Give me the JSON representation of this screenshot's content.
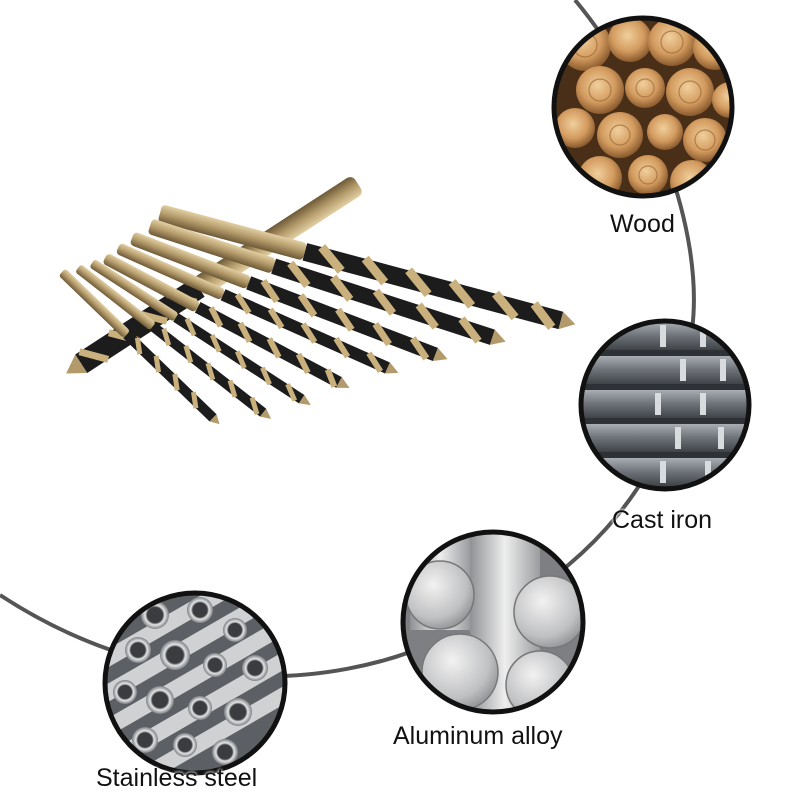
{
  "materials": [
    {
      "id": "wood",
      "label": "Wood"
    },
    {
      "id": "cast-iron",
      "label": "Cast iron"
    },
    {
      "id": "aluminum-alloy",
      "label": "Aluminum alloy"
    },
    {
      "id": "stainless-steel",
      "label": "Stainless steel"
    }
  ],
  "colors": {
    "arc": "#555555",
    "circle_border": "#111111",
    "drill_gold": "#b39a6a",
    "drill_black": "#1c1c1c",
    "wood": "#c8915a",
    "iron": "#6f747a",
    "aluminum": "#c9cacb",
    "steel": "#a9abae"
  }
}
